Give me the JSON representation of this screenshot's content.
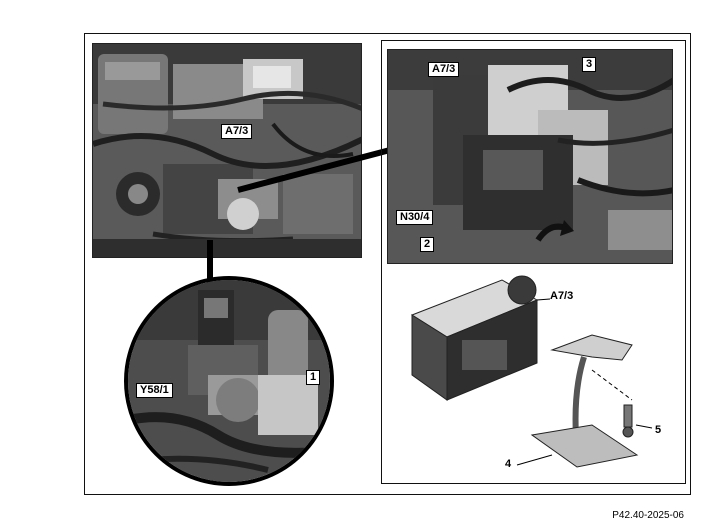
{
  "figure_id": "P42.40-2025-06",
  "callouts": {
    "engine_a73": "A7/3",
    "y58": "Y58/1",
    "detail_1": "1",
    "top_a73": "A7/3",
    "top_3": "3",
    "n304": "N30/4",
    "top_2": "2",
    "unit_a73": "A7/3",
    "bracket_5": "5",
    "bracket_4": "4"
  },
  "colors": {
    "photo_dark": "#2a2a2a",
    "photo_mid": "#6b6b6b",
    "photo_light": "#bdbdbd",
    "arrow": "#111111"
  }
}
